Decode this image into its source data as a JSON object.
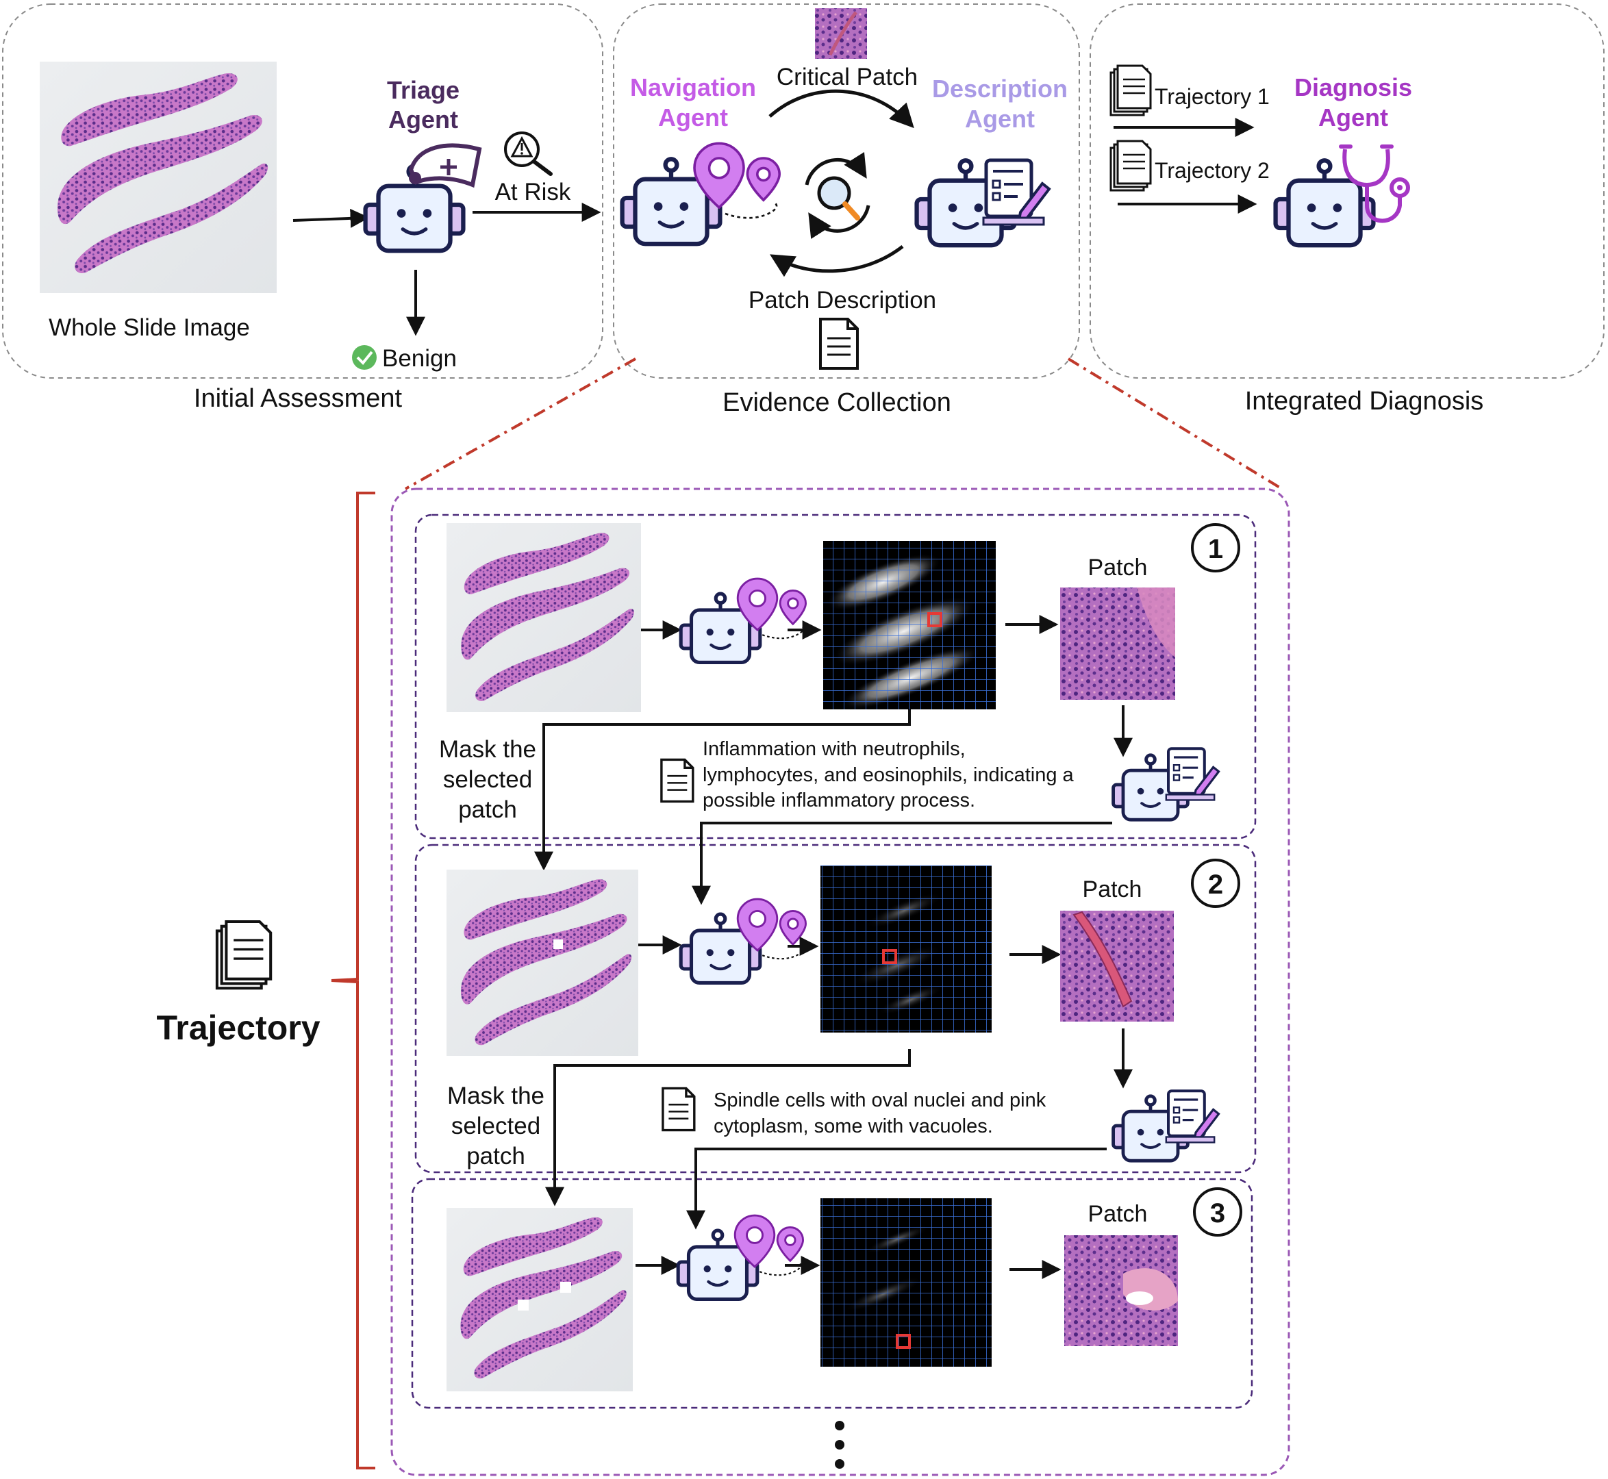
{
  "colors": {
    "navigation": "#c45be6",
    "description": "#a99ae6",
    "triage": "#4a2b5e",
    "diagnosis": "#a536c4",
    "trajectory_box": "#9b59b6",
    "step_box": "#4b2b7a",
    "bracket": "#c0392b",
    "patch_marker": "#e53935",
    "grid": "#3a6fd8",
    "tissue": "#8e5aa6"
  },
  "icons": [
    "robot-icon",
    "nurse-cap-icon",
    "warning-search-icon",
    "location-pin-icon",
    "cycle-search-icon",
    "document-icon",
    "clipboard-pen-icon",
    "stethoscope-icon",
    "check-circle-icon",
    "documents-stack-icon"
  ],
  "stage1": {
    "caption": "Initial Assessment",
    "wsi_label": "Whole Slide Image",
    "agent_line1": "Triage",
    "agent_line2": "Agent",
    "at_risk": "At Risk",
    "benign": "Benign"
  },
  "stage2": {
    "caption": "Evidence Collection",
    "nav_line1": "Navigation",
    "nav_line2": "Agent",
    "desc_line1": "Description",
    "desc_line2": "Agent",
    "critical_patch": "Critical Patch",
    "patch_description": "Patch Description"
  },
  "stage3": {
    "caption": "Integrated Diagnosis",
    "trajectory1": "Trajectory 1",
    "trajectory2": "Trajectory 2",
    "diag_line1": "Diagnosis",
    "diag_line2": "Agent"
  },
  "trajectory": {
    "label": "Trajectory",
    "patch_label": "Patch",
    "mask_line1": "Mask the",
    "mask_line2": "selected",
    "mask_line3": "patch",
    "steps": [
      {
        "number": "1",
        "description": [
          "Inflammation with neutrophils,",
          "lymphocytes, and eosinophils, indicating a",
          "possible inflammatory process."
        ]
      },
      {
        "number": "2",
        "description": [
          "Spindle cells with oval nuclei and pink",
          "cytoplasm, some with vacuoles."
        ]
      },
      {
        "number": "3",
        "description": []
      }
    ]
  }
}
